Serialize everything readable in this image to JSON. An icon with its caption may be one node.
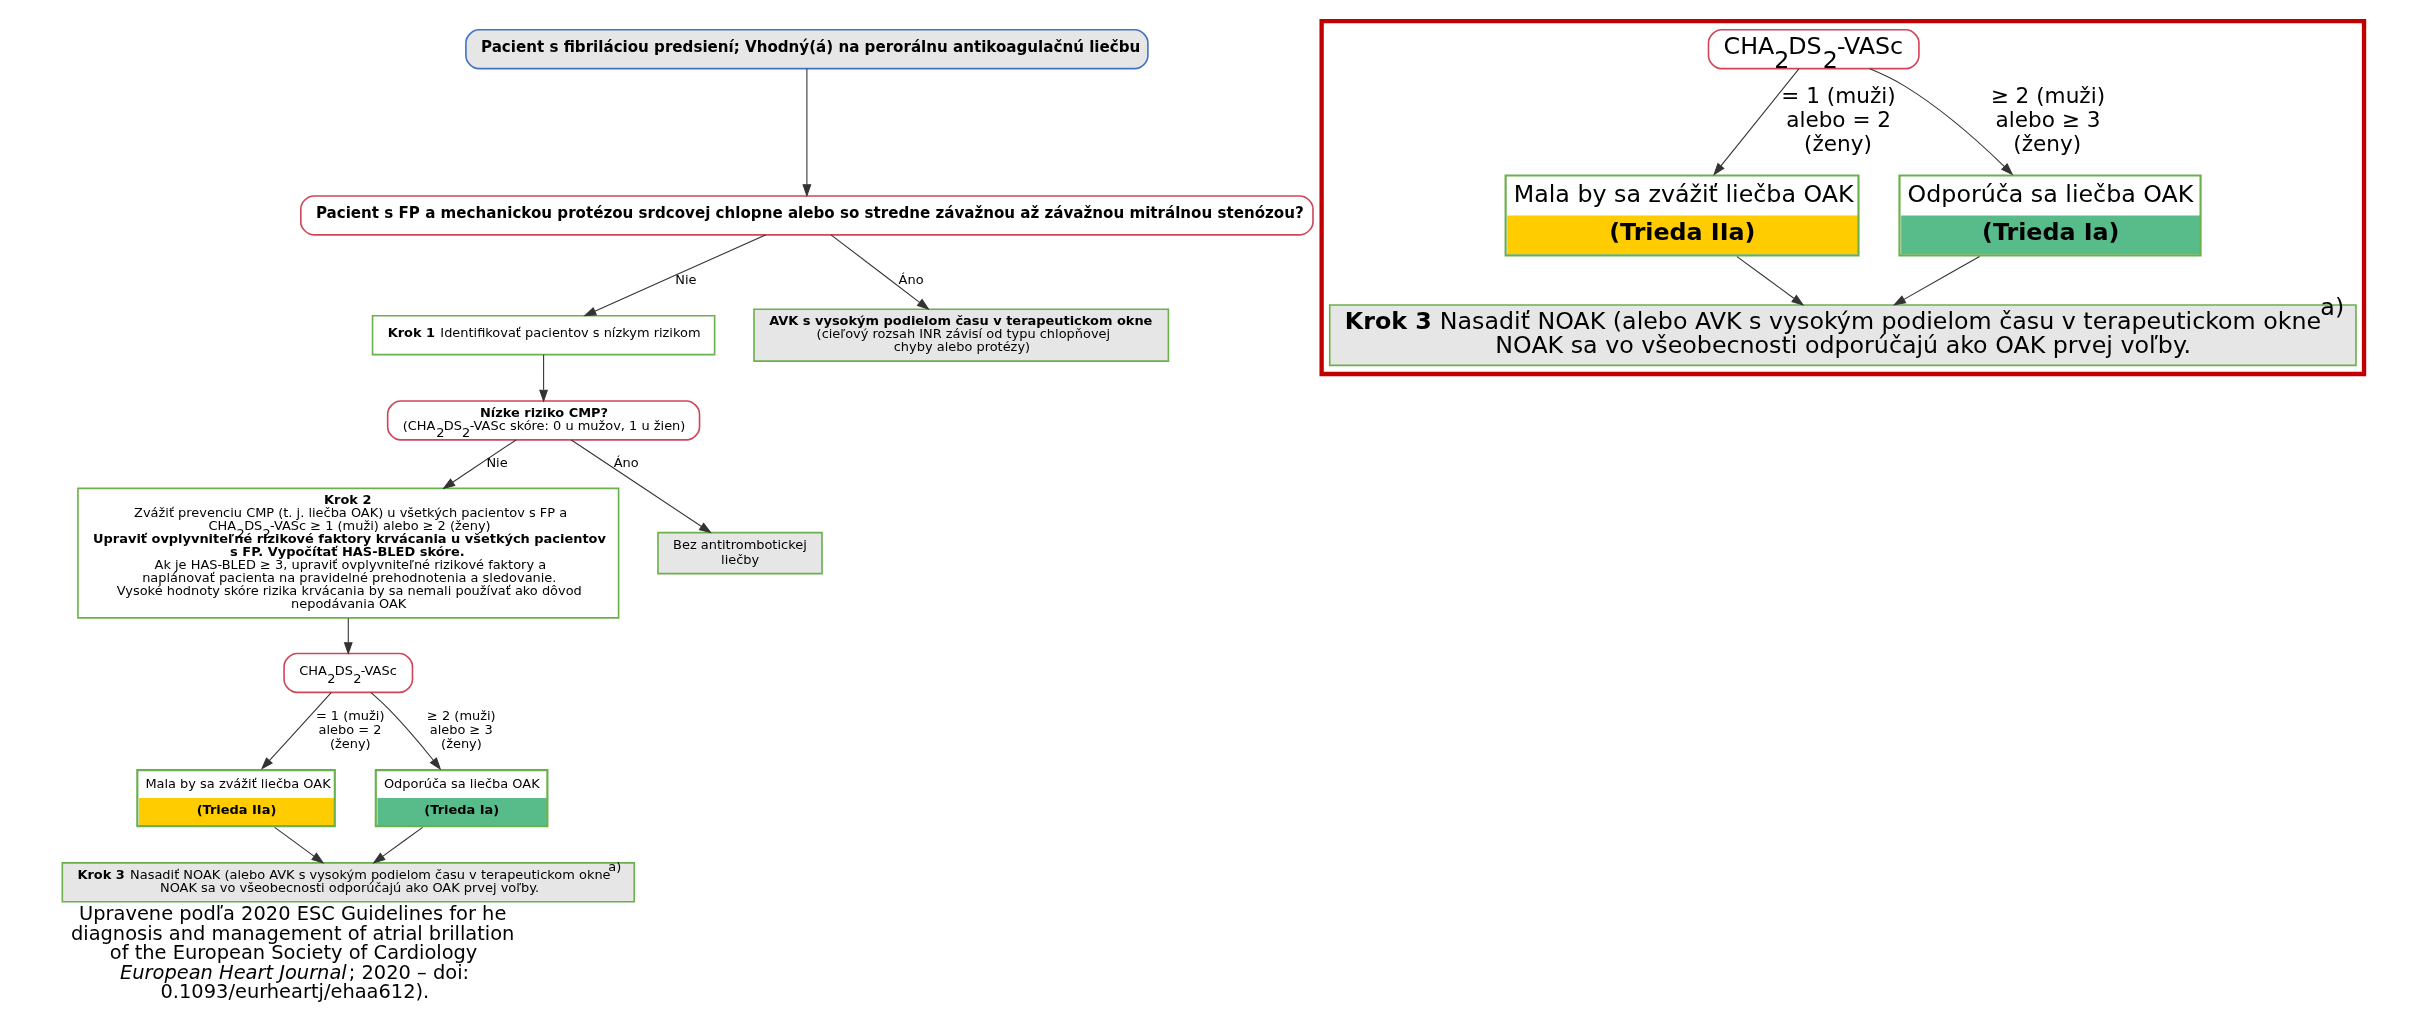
{
  "diagram": {
    "caption": "Upravene podľa 2020 ESC Guidelines for he diagnosis and management of atrial brillation of the European Society of Cardiology *European Heart Journal*; 2020 – doi: 0.1093/eurheartj/ehaa612).",
    "nodes": [
      {
        "text": [
          "Pacient s fibriláciou predsiení; Vhodný(á) na perorálnu antikoagulačnú liečbu"
        ]
      },
      {
        "text": [
          "Pacient s FP a mechanickou protézou srdcovej chlopne alebo so stredne závažnou až závažnou mitrálnou stenózou?"
        ]
      },
      {
        "text": [
          "**Krok 1** Identifikovať pacientov s nízkym rizikom"
        ]
      },
      {
        "text": [
          "AVK s vysokým podielom času v terapeutickom okne",
          "(cieľový rozsah INR závisí od typu chlopňovej chyby alebo protézy)"
        ]
      },
      {
        "text": [
          "Nízke riziko CMP?",
          "(CHA$_{2}$DS$_{2}$-VASc skóre: 0 u mužov, 1 u žien)"
        ]
      },
      {
        "text": [
          "Krok 2",
          "Zvážiť prevenciu CMP (t. j. liečba OAK) u všetkých pacientov s FP a CHA$_{2}$DS$_{2}$-VASc ≥ 1 (muži) alebo ≥ 2 (ženy)",
          "Upraviť ovplyvniteľné rizikové faktory krvácania u všetkých pacientov s FP. Vypočítať HAS-BLED skóre.",
          "Ak je HAS-BLED ≥ 3, upraviť ovplyvniteľné rizikové faktory a naplánovať pacienta na pravidelné prehodnotenia a sledovanie.",
          "Vysoké hodnoty skóre rizika krvácania by sa nemali používať ako dôvod nepodávania OAK"
        ]
      },
      {
        "text": [
          "Bez antitrombotickej liečby"
        ]
      },
      {
        "text": [
          "CHA$_{2}$DS$_{2}$-VASc"
        ]
      },
      {
        "text": [
          "Mala by sa zvážiť liečba OAK",
          "(Trieda IIa)"
        ]
      },
      {
        "text": [
          "Odporúča sa liečba OAK",
          "(Trieda Ia)"
        ]
      },
      {
        "text": [
          "**Krok 3** Nasadiť NOAK (alebo AVK s vysokým podielom času v terapeutickom okne$^{a)}$ NOAK sa vo všeobecnosti odporúčajú ako OAK prvej voľby."
        ]
      },
      {
        "text": [],
        "shape": "box"
      },
      {
        "text": [
          "CHA$_{2}$DS$_{2}$-VASc"
        ],
        "in": 11
      },
      {
        "text": [
          "Mala by sa zvážiť liečba OAK",
          "(Trieda IIa)"
        ],
        "in": 11
      },
      {
        "text": [
          "Odporúča sa liečba OAK",
          "(Trieda Ia)"
        ],
        "in": 11
      },
      {
        "text": [
          "**Krok 3** Nasadiť NOAK (alebo AVK s vysokým podielom času v terapeutickom okne$^{a)}$ NOAK sa vo všeobecnosti odporúčajú ako OAK prvej voľby."
        ],
        "in": 11
      }
    ],
    "edges": [
      {
        "from": 0,
        "to": 1,
        "arrow": "to"
      },
      {
        "from": 1,
        "to": 2,
        "arrow": "to",
        "label": "Nie"
      },
      {
        "from": 1,
        "to": 3,
        "arrow": "to",
        "label": "Áno"
      },
      {
        "from": 2,
        "to": 4,
        "arrow": "to"
      },
      {
        "from": 4,
        "to": 5,
        "arrow": "to",
        "label": "Nie"
      },
      {
        "from": 4,
        "to": 6,
        "arrow": "to",
        "label": "Áno"
      },
      {
        "from": 5,
        "to": 7,
        "arrow": "to"
      },
      {
        "from": 7,
        "to": 8,
        "arrow": "to",
        "label": "= 1 (muži) alebo = 2 (ženy)"
      },
      {
        "from": 7,
        "to": 9,
        "arrow": "to",
        "label": "≥ 2 (muži) alebo ≥ 3 (ženy)"
      },
      {
        "from": 8,
        "to": 10,
        "arrow": "to"
      },
      {
        "from": 9,
        "to": 10,
        "arrow": "to"
      },
      {
        "from": 12,
        "to": 13,
        "arrow": "to",
        "label": "= 1 (muži) alebo = 2 (ženy)"
      },
      {
        "from": 12,
        "to": 14,
        "arrow": "to",
        "label": "≥ 2 (muži) alebo ≥ 3 (ženy)"
      },
      {
        "from": 13,
        "to": 15,
        "arrow": "to"
      },
      {
        "from": 14,
        "to": 15,
        "arrow": "to"
      }
    ]
  }
}
